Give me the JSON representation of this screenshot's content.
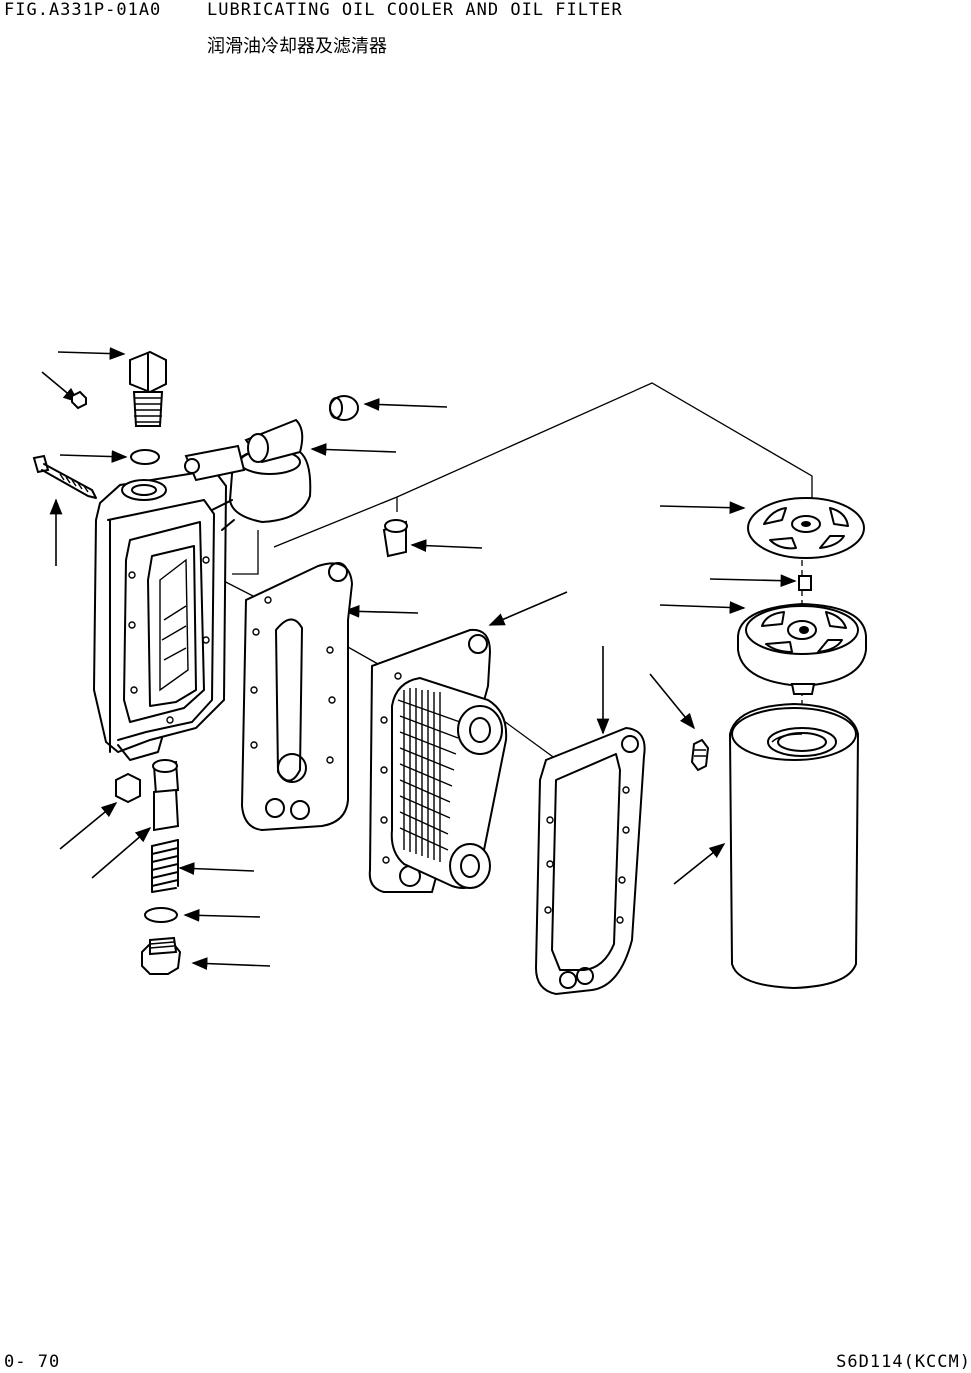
{
  "header": {
    "figure_id": "FIG.A331P-01A0",
    "title": "LUBRICATING OIL COOLER AND OIL FILTER",
    "title_cn": "润滑油冷却器及滤清器"
  },
  "footer": {
    "page_number": "0- 70",
    "model": "S6D114(KCCM)"
  }
}
